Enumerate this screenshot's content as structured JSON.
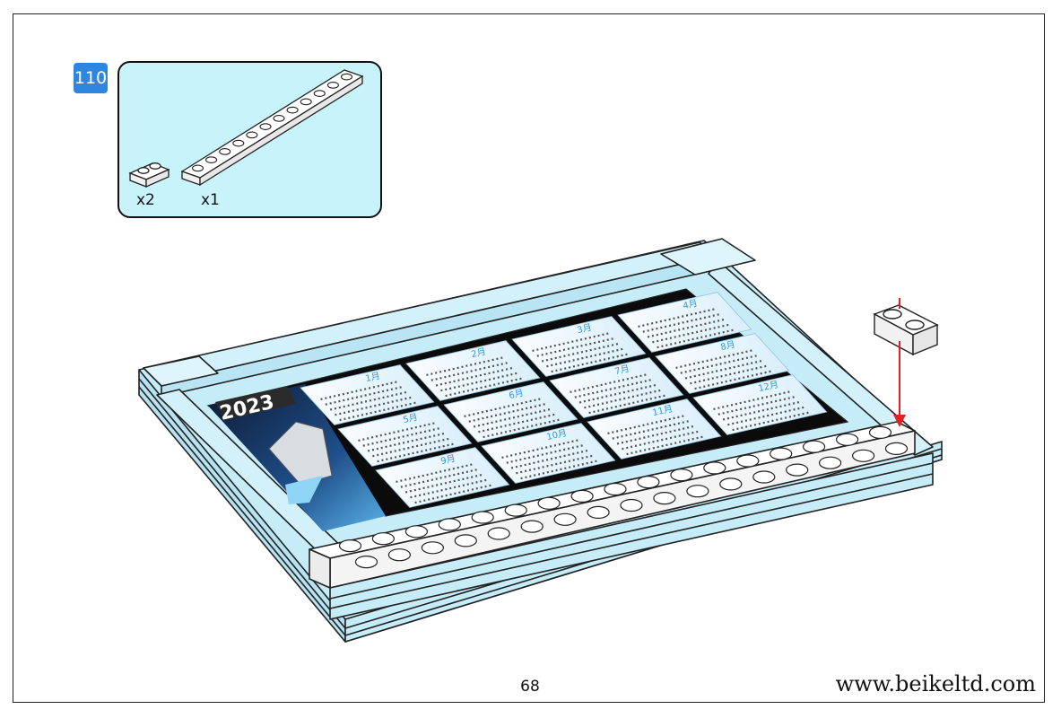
{
  "step": {
    "number": "110"
  },
  "parts": [
    {
      "quantity": "x2"
    },
    {
      "quantity": "x1"
    }
  ],
  "calendar": {
    "year": "2023",
    "months": [
      "1月",
      "2月",
      "3月",
      "4月",
      "5月",
      "6月",
      "7月",
      "8月",
      "9月",
      "10月",
      "11月",
      "12月"
    ]
  },
  "footer": {
    "page_number": "68",
    "website": "www.beikeltd.com"
  },
  "colors": {
    "step_badge": "#2f86e0",
    "parts_box": "#c9f3fb",
    "frame_brick": "#c6ecf8",
    "plate_white": "#ffffff",
    "arrow": "#e32222",
    "space_blue": "#1f4f8a"
  }
}
